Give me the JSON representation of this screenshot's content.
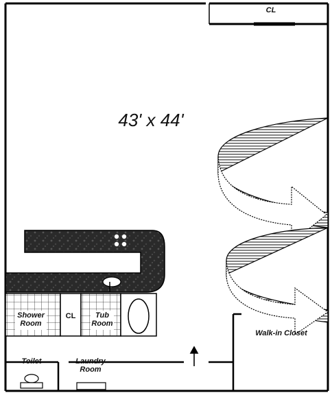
{
  "room": {
    "dimensions": "43' x 44'"
  },
  "labels": {
    "closet_top": "CL",
    "shower_room": "Shower\nRoom",
    "closet_small": "CL",
    "tub_room": "Tub\nRoom",
    "walk_in_closet": "Walk-in Closet",
    "toilet": "Toilet",
    "laundry_room": "Laundry\nRoom"
  },
  "icons": {
    "entry": "up-arrow-icon",
    "stair": "spiral-arrow-icon"
  }
}
